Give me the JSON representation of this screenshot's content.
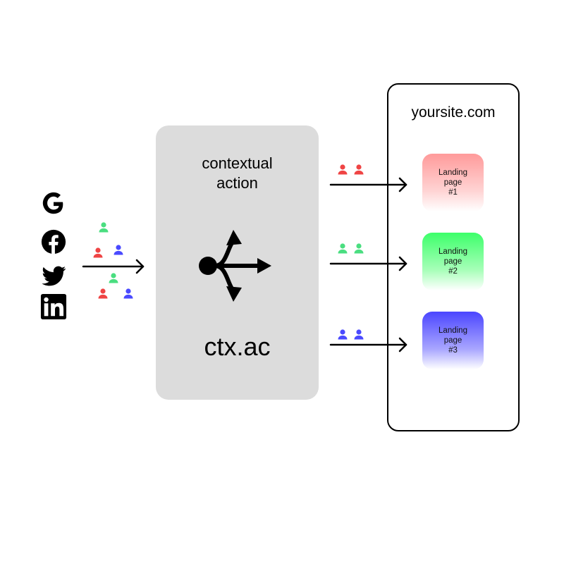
{
  "sources": [
    {
      "name": "google"
    },
    {
      "name": "facebook"
    },
    {
      "name": "twitter"
    },
    {
      "name": "linkedin"
    }
  ],
  "colors": {
    "red": "#ef4444",
    "green": "#4ade80",
    "blue": "#4a4aff",
    "box_gray": "#dcdcdc",
    "lp1_top": "#ff9a9a",
    "lp2_top": "#3dff6a",
    "lp3_top": "#4b46ff"
  },
  "center": {
    "title": "contextual\naction",
    "name": "ctx.ac"
  },
  "site": {
    "title": "yoursite.com",
    "pages": [
      {
        "label": "Landing\npage\n#1"
      },
      {
        "label": "Landing\npage\n#2"
      },
      {
        "label": "Landing\npage\n#3"
      }
    ]
  }
}
